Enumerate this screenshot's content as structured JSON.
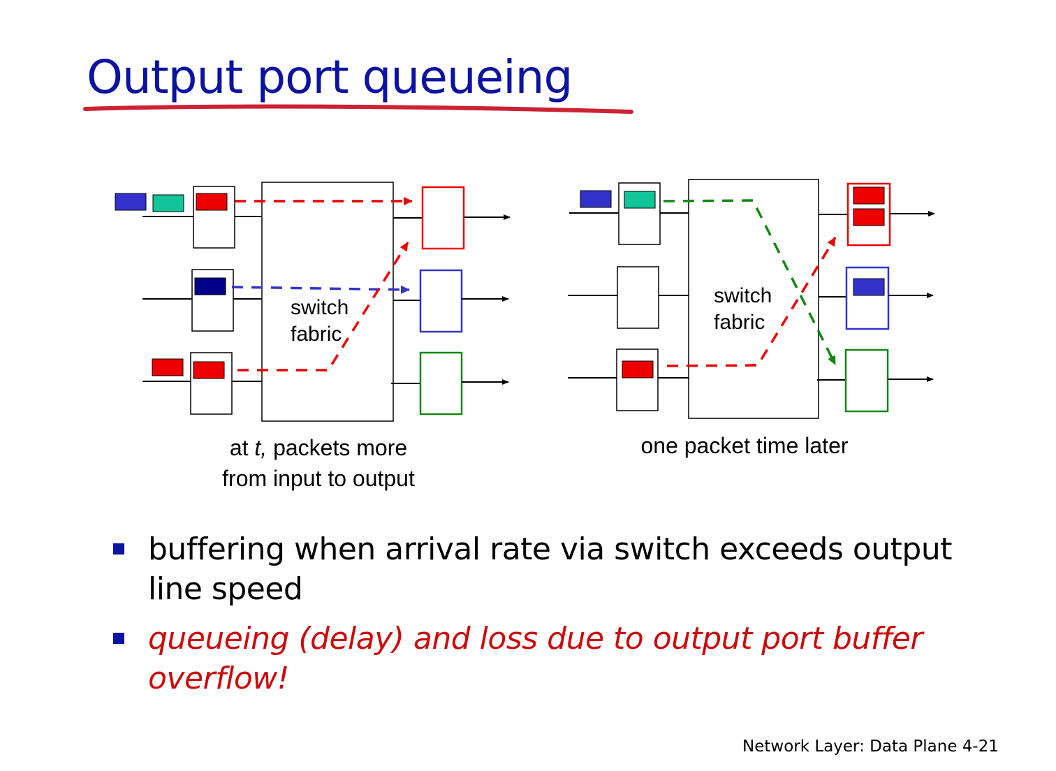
{
  "slide": {
    "title": "Output port queueing",
    "footer": "Network Layer: Data Plane  4-21"
  },
  "diagram": {
    "left": {
      "fabric_label_line1": "switch",
      "fabric_label_line2": "fabric",
      "caption_part1": "at ",
      "caption_italic": "t,",
      "caption_part2": " packets more",
      "caption_line2": "from input to output"
    },
    "right": {
      "fabric_label_line1": "switch",
      "fabric_label_line2": "fabric",
      "caption": "one packet time later"
    },
    "colors": {
      "red": "#ee0000",
      "blue": "#3333cc",
      "darkblue": "#00008b",
      "teal": "#11c499",
      "green": "#118811",
      "title_blue": "#0b13a0",
      "underline_red": "#cc2233",
      "emphasis_red": "#cc0a0a"
    }
  },
  "bullets": [
    "buffering when arrival rate via switch exceeds output line speed",
    "queueing (delay) and loss due to output port buffer overflow!"
  ]
}
